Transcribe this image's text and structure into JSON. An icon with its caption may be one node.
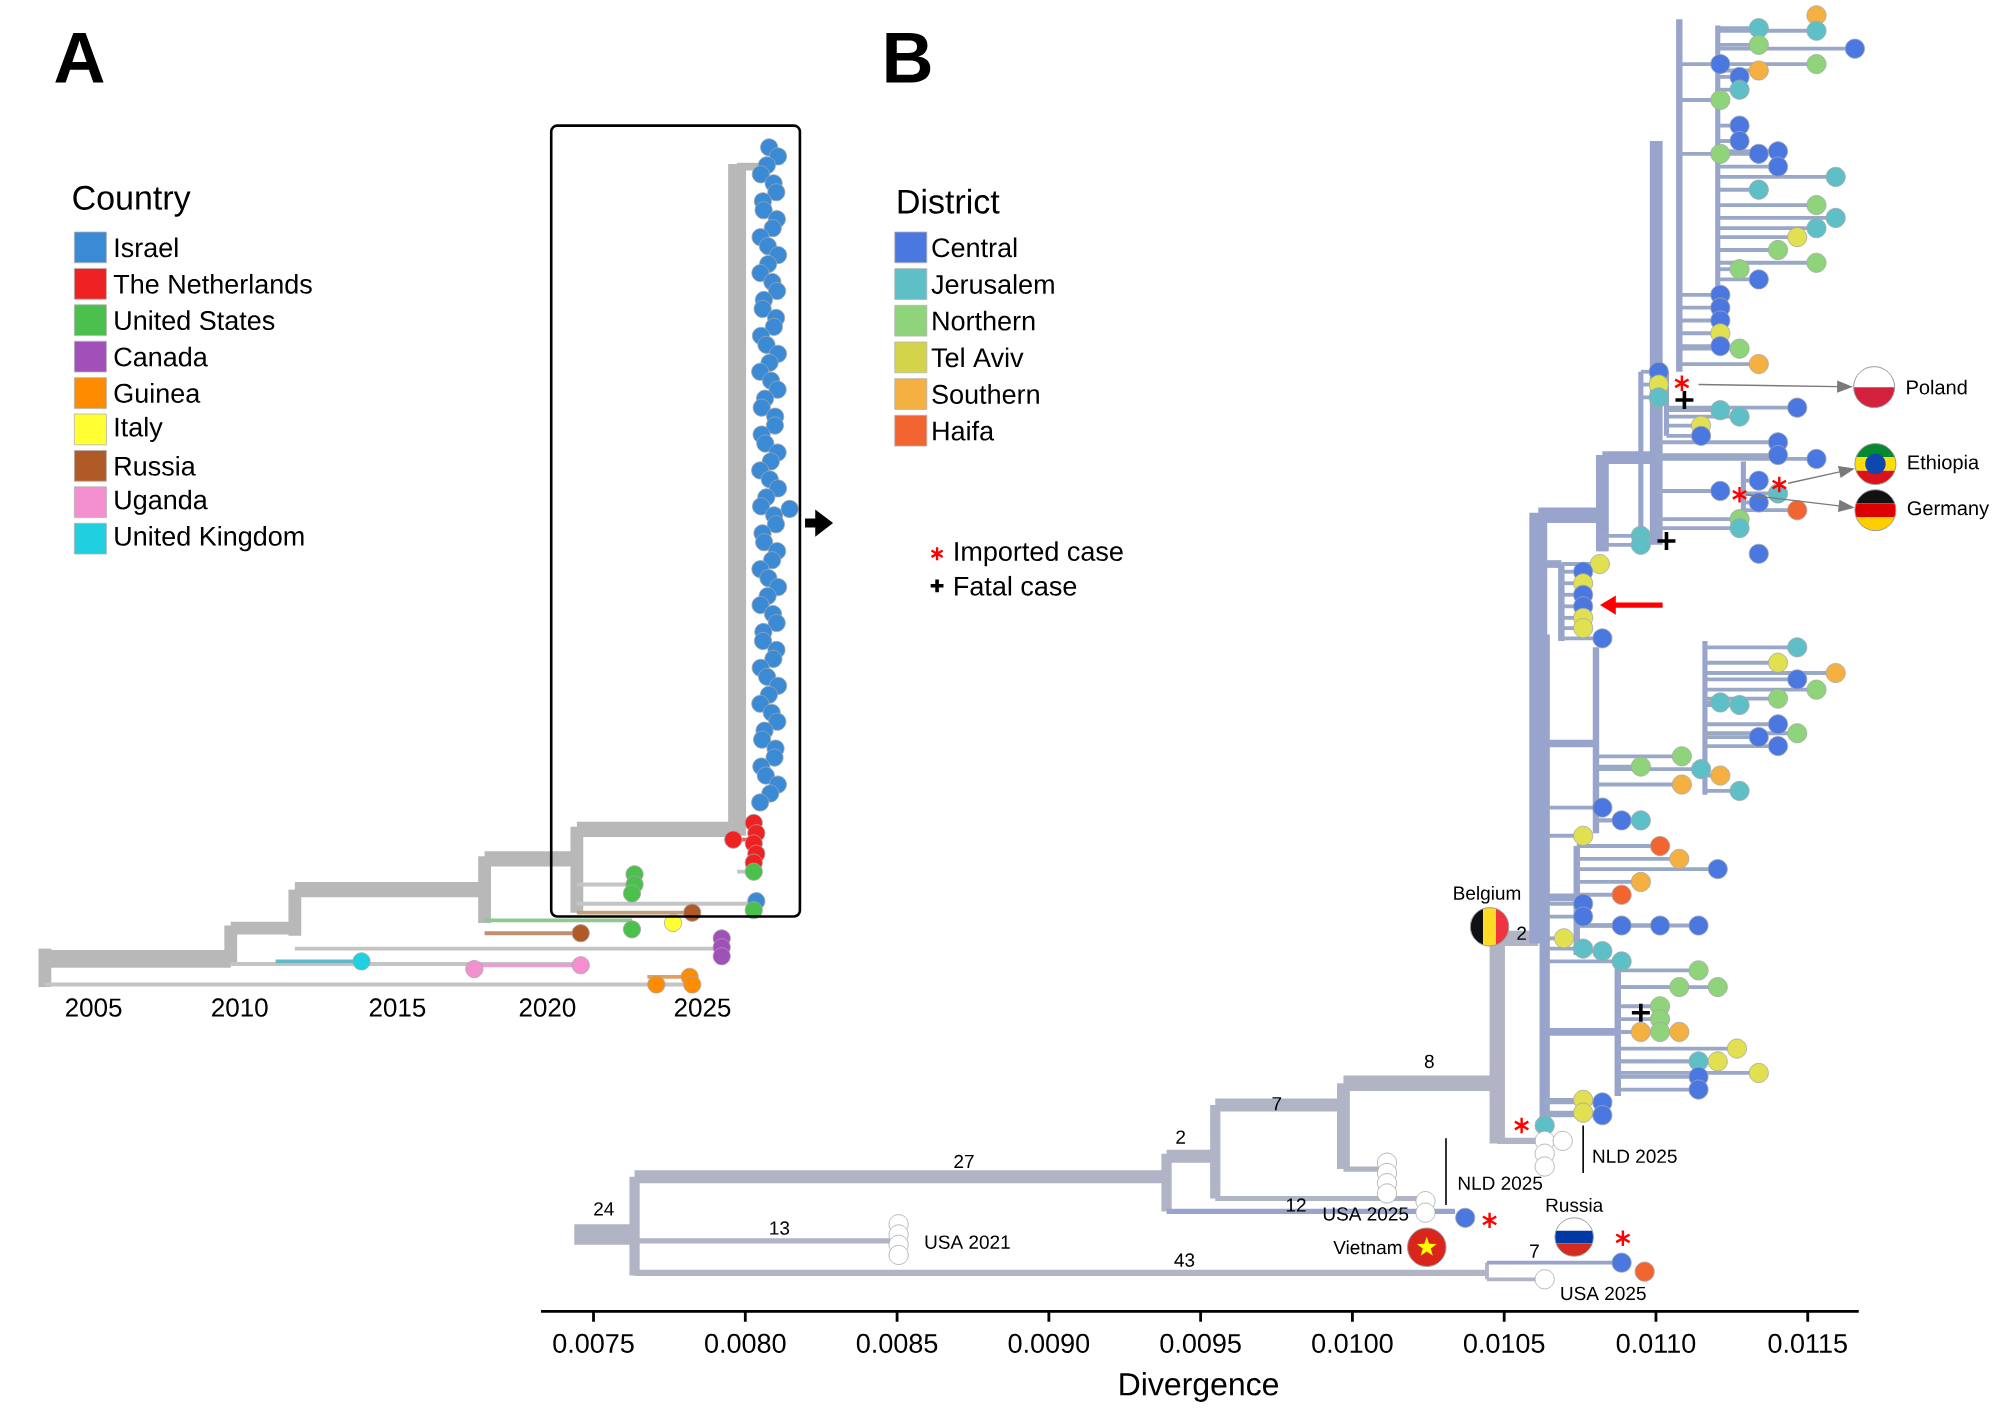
{
  "diagram": {
    "nodes": [
      {
        "text": [
          "Poland"
        ]
      },
      {
        "text": [
          "Ethiopia"
        ]
      },
      {
        "text": [
          "Germany"
        ]
      }
    ],
    "edges": [
      {
        "from": null,
        "to": 0,
        "arrow": "to"
      },
      {
        "from": null,
        "to": 1,
        "arrow": "to"
      },
      {
        "from": null,
        "to": 2,
        "arrow": "to"
      }
    ],
    "labels": [
      "A",
      "B",
      "Country",
      "District",
      "2005",
      "2010",
      "2015",
      "2020",
      "2025",
      "24",
      "13",
      "USA 2021",
      "27",
      "2",
      "7",
      "8",
      "12",
      "USA 2025",
      "NLD 2025",
      "Belgium",
      "2",
      "NLD 2025",
      "Russia",
      "Vietnam",
      "43",
      "7",
      "USA 2025",
      "0.0075",
      "0.0080",
      "0.0085",
      "0.0090",
      "0.0095",
      "0.0100",
      "0.0105",
      "0.0110",
      "0.0115",
      "Divergence"
    ],
    "legend": [
      {
        "text": "Israel",
        "color": "#3a8ad6"
      },
      {
        "text": "The Netherlands",
        "color": "#ee2222"
      },
      {
        "text": "United States",
        "color": "#4cc04c"
      },
      {
        "text": "Canada",
        "color": "#a050b8"
      },
      {
        "text": "Guinea",
        "color": "#ff8c00"
      },
      {
        "text": "Italy",
        "color": "#ffff33"
      },
      {
        "text": "Russia",
        "color": "#b05a28"
      },
      {
        "text": "Uganda",
        "color": "#f590d0"
      },
      {
        "text": "United Kingdom",
        "color": "#20d0e0"
      },
      {
        "text": "Central",
        "color": "#4a78e0"
      },
      {
        "text": "Jerusalem",
        "color": "#5fbfc7"
      },
      {
        "text": "Northern",
        "color": "#8fd47a"
      },
      {
        "text": "Tel Aviv",
        "color": "#d4d44a"
      },
      {
        "text": "Southern",
        "color": "#f5b042"
      },
      {
        "text": "Haifa",
        "color": "#f26430"
      },
      {
        "text": "Imported case"
      },
      {
        "text": "Fatal case"
      }
    ]
  }
}
